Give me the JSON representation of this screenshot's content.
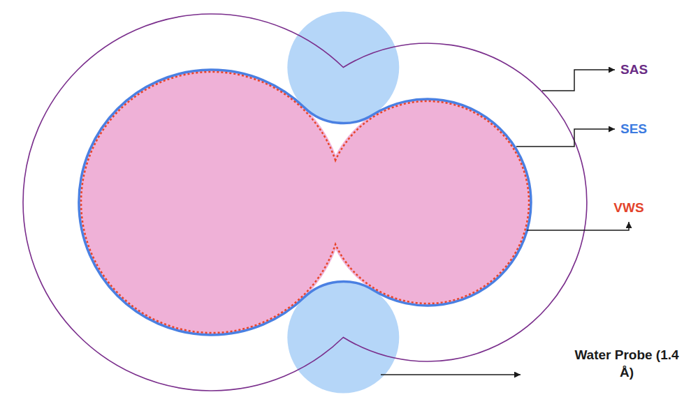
{
  "diagram": {
    "labels": [
      "SAS",
      "SES",
      "VWS",
      "Water Probe (1.4 Å)"
    ]
  }
}
